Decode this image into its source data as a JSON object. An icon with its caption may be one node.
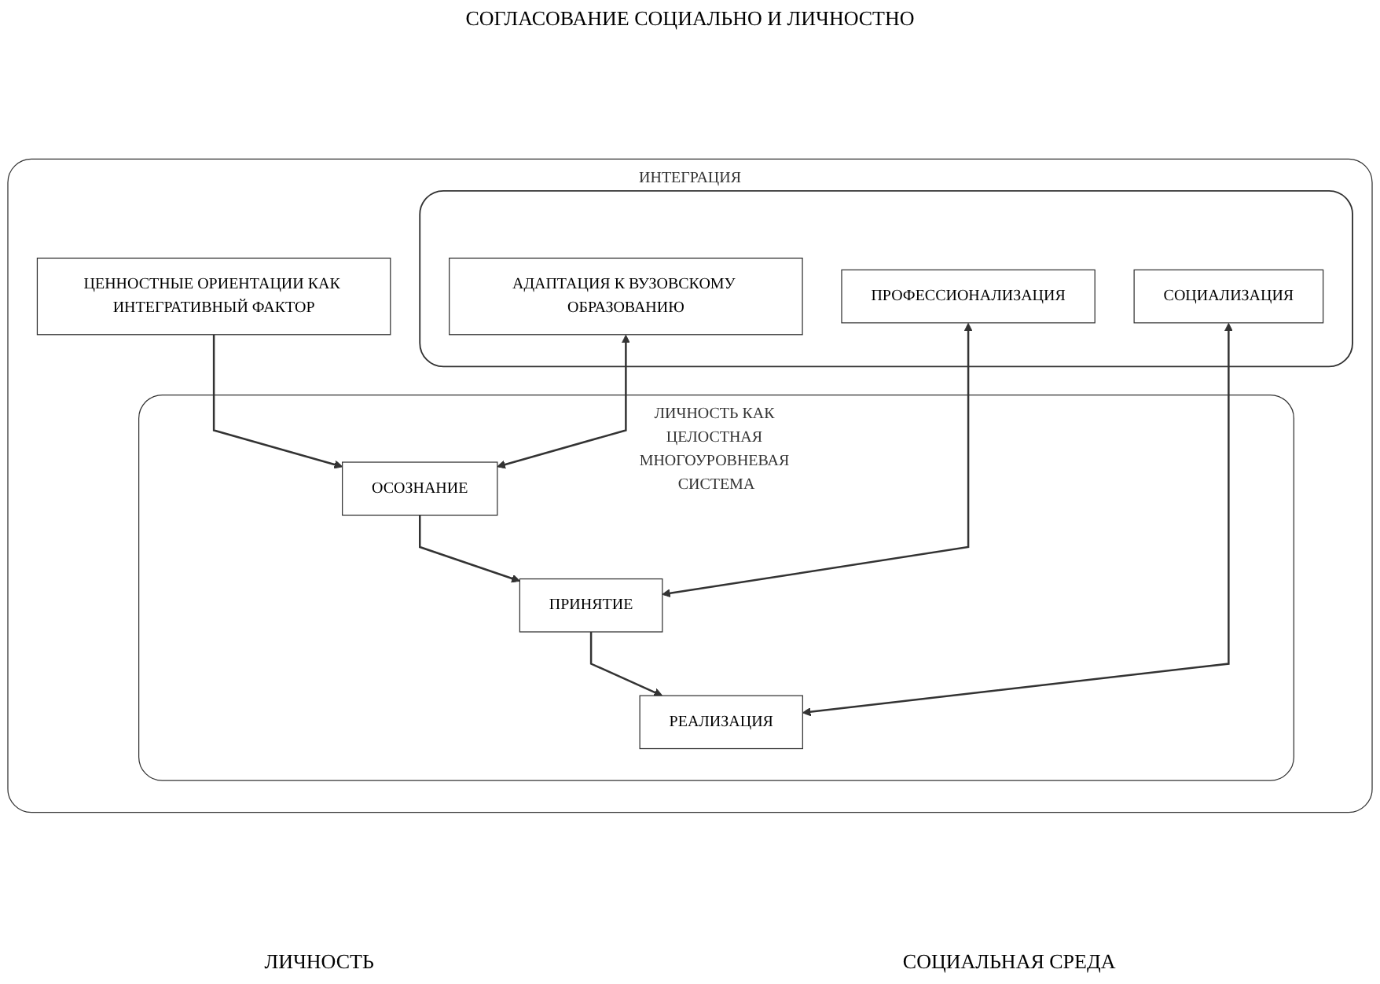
{
  "diagram": {
    "nodes": [
      {
        "text": [
          "ИНТЕГРАЦИЯ"
        ]
      },
      {
        "text": [
          "ЛИЧНОСТЬ КАК ЦЕЛОСТНАЯ МНОГОУРОВНЕВАЯ СИСТЕМА"
        ],
        "in": 0
      },
      {
        "text": [
          "РЕАЛИЗАЦИЯ"
        ],
        "in": 1
      },
      {
        "text": [
          "ПРИНЯТИЕ"
        ],
        "in": 1
      },
      {
        "text": [
          "ОСОЗНАНИЕ"
        ],
        "in": 1
      },
      {
        "text": [
          "ЦЕННОСТНЫЕ ОРИЕНТАЦИИ КАК ИНТЕГРАТИВНЫЙ ФАКТОР"
        ],
        "in": 0
      },
      {
        "text": [],
        "shape": "box",
        "in": 0
      },
      {
        "text": [
          "СОЦИАЛИЗАЦИЯ"
        ],
        "in": 6
      },
      {
        "text": [
          "ПРОФЕССИОНАЛИЗАЦИЯ"
        ],
        "in": 6
      },
      {
        "text": [
          "АДАПТАЦИЯ К ВУЗОВСКОМУ ОБРАЗОВАНИЮ"
        ],
        "in": 6
      }
    ],
    "edges": [
      {
        "from": 5,
        "to": 4,
        "arrow": "to"
      },
      {
        "from": 4,
        "to": 3,
        "arrow": "to"
      },
      {
        "from": 3,
        "to": 2,
        "arrow": "to"
      },
      {
        "from": 2,
        "to": 7,
        "arrow": "both"
      },
      {
        "from": 3,
        "to": 8,
        "arrow": "both"
      },
      {
        "from": 4,
        "to": 9,
        "arrow": "both"
      }
    ],
    "labels": [
      "СОГЛАСОВАНИЕ СОЦИАЛЬНО И ЛИЧНОСТНО",
      "ЛИЧНОСТЬ",
      "СОЦИАЛЬНАЯ СРЕДА"
    ]
  }
}
